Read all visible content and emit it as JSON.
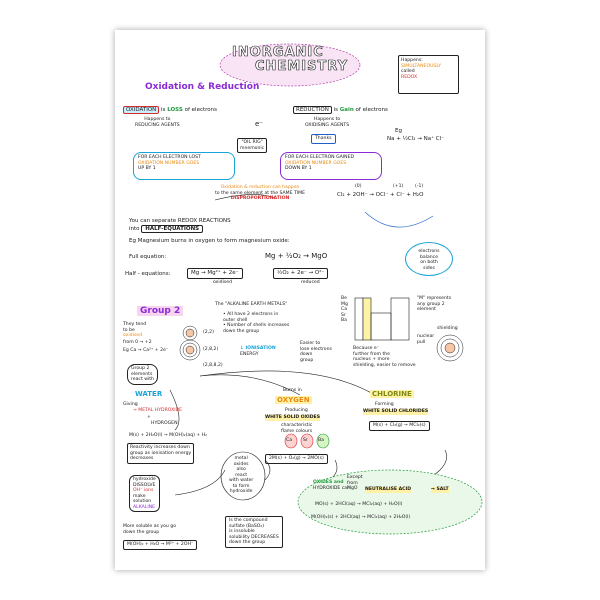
{
  "title": {
    "line1": "INORGANIC",
    "line2": "CHEMISTRY"
  },
  "heading_redox": "Oxidation & Reduction",
  "topright_box": {
    "l1": "Happens:",
    "l2": "SIMULTANEOUSLY",
    "l3": "called",
    "l4": "REDOX"
  },
  "oxidation": {
    "label": "OXIDATION",
    "is": "is",
    "loss": "LOSS",
    "of": "of electrons",
    "sub1": "Happens to",
    "sub2": "REDUCING AGENTS"
  },
  "reduction": {
    "label": "REDUCTION",
    "is": "is",
    "gain": "Gain",
    "of": "of electrons",
    "sub1": "Happens to",
    "sub2": "OXIDISING AGENTS"
  },
  "electron_symbol": "e⁻",
  "mid_note": {
    "l1": "\"OIL RIG\"",
    "l2": "mnemonic"
  },
  "thanks": "Thanks",
  "example": {
    "eg": "Eg",
    "eq": "Na + ½Cl₂ → Na⁺ Cl⁻"
  },
  "ox_number_left": {
    "l1": "FOR EACH ELECTRON LOST",
    "l2": "OXIDATION NUMBER GOES",
    "l3": "UP BY 1"
  },
  "ox_number_right": {
    "l1": "FOR EACH ELECTRON GAINED",
    "l2": "OXIDATION NUMBER GOES",
    "l3": "DOWN BY 1"
  },
  "disprop": {
    "l1": "Oxidation & reduction can happen",
    "l2": "to the same element at the SAME TIME",
    "l3": "DISPROPORTIONATION"
  },
  "disprop_eq": {
    "eq": "Cl₂ + 2OH⁻ → OCl⁻ + Cl⁻ + H₂O",
    "n1": "(0)",
    "n2": "(+1)",
    "n3": "(-1)"
  },
  "half_eq_intro": {
    "l1": "You can separate REDOX REACTIONS",
    "l2": "into",
    "l3": "HALF-EQUATIONS"
  },
  "half_eq_eg": "Eg Magnesium burns in oxygen to form magnesium oxide:",
  "full_equation": {
    "label": "Full equation:",
    "eq": "Mg + ½O₂ → MgO"
  },
  "half_equations": {
    "label": "Half - equations:",
    "eq1": "Mg → Mg²⁺ + 2e⁻",
    "eq1_tag": "oxidised",
    "eq2": "½O₂ + 2e⁻ → O²⁻",
    "eq2_tag": "reduced"
  },
  "electron_balance": {
    "l1": "electrons",
    "l2": "balance",
    "l3": "on both",
    "l4": "sides"
  },
  "group2": {
    "heading": "Group 2",
    "alkaline": "The \"ALKALINE EARTH METALS\"",
    "they_tend": {
      "l1": "They tend",
      "l2": "to be",
      "l3": "oxidised"
    },
    "from": "from 0 → +2",
    "eg": "Eg Ca → Ca²⁺ + 2e⁻",
    "configs": [
      "(2,2)",
      "(2,8,2)",
      "(2,8,8,2)"
    ],
    "bullets": {
      "b1": "• All have 2 electrons in",
      "b1b": "outer shell",
      "b2": "• Number of shells increases",
      "b2b": "down the group"
    },
    "ionisation": {
      "l1": "↓ IONISATION",
      "l2": "ENERGY"
    },
    "easier": {
      "l1": "Easier to",
      "l2": "lose electrons",
      "l3": "down",
      "l4": "group"
    },
    "because": {
      "l1": "Because e⁻",
      "l2": "further from the",
      "l3": "nucleus + more",
      "l4": "shielding, easier to remove"
    },
    "periodic_labels": [
      "Be",
      "Mg",
      "Ca",
      "Sr",
      "Ba"
    ],
    "m_note": {
      "l1": "\"M\" represents",
      "l2": "any group 2",
      "l3": "element"
    },
    "shielding": "shielding",
    "nuclear_pull": {
      "l1": "nuclear",
      "l2": "pull"
    }
  },
  "reacts": {
    "l1": "Group 2",
    "l2": "elements",
    "l3": "react with"
  },
  "water": {
    "heading": "WATER",
    "giving": "Giving",
    "products": "→ METAL HYDROXIDE",
    "plus": "+",
    "hydrogen": "HYDROGEN",
    "eq": "M(s) + 2H₂O(l) → M(OH)₂(aq) + H₂",
    "reactivity": {
      "l1": "Reactivity increases down",
      "l2": "group as ionisation energy",
      "l3": "decreases"
    },
    "hydroxide": {
      "l1": "hydroxide",
      "l2": "DISSOLVE",
      "l3": "OH⁻ ions",
      "l4": "make",
      "l5": "solution",
      "l6": "ALKALINE"
    },
    "solubility": {
      "l1": "More soluble as you go",
      "l2": "down the group"
    },
    "dissolve_eq": "M(OH)₂ + H₂O → M²⁺ + 2OH⁻"
  },
  "oxygen": {
    "burns": "Burns in",
    "heading": "OXYGEN",
    "producing": "Producing",
    "product": "WHITE SOLID OXIDES",
    "flame": {
      "l1": "characteristic",
      "l2": "flame colours"
    },
    "flames": [
      "Ca",
      "Sr",
      "Ba"
    ],
    "eq": "2M(s) + O₂(g) → 2MO(s)",
    "except": {
      "l1": "Except",
      "l2": "from",
      "l3": "MgO"
    }
  },
  "chlorine": {
    "heading": "CHLORINE",
    "forming": "Forming",
    "product": "WHITE SOLID CHLORIDES",
    "eq": "M(s) + Cl₂(g) → MCl₂(s)"
  },
  "metal_oxides": {
    "l1": "metal",
    "l2": "oxides",
    "l3": "also",
    "l4": "react",
    "l5": "with water",
    "l6": "to form",
    "l7": "hydroxide"
  },
  "acid": {
    "l1": "OXIDES and",
    "l2": "HYDROXIDE can",
    "neutralise": "NEUTRALISE ACID",
    "salt": "→ SALT",
    "eq1": "MO(s) + 2HCl(aq) → MCl₂(aq) + H₂O(l)",
    "eq2": "M(OH)₂(s) + 2HCl(aq) → MCl₂(aq) + 2H₂O(l)"
  },
  "bottom_note": {
    "l1": "Is the compound",
    "l2": "sulfate (BaSO₄)",
    "l3": "is insoluble",
    "l4": "solubility DECREASES",
    "l5": "down the group"
  }
}
